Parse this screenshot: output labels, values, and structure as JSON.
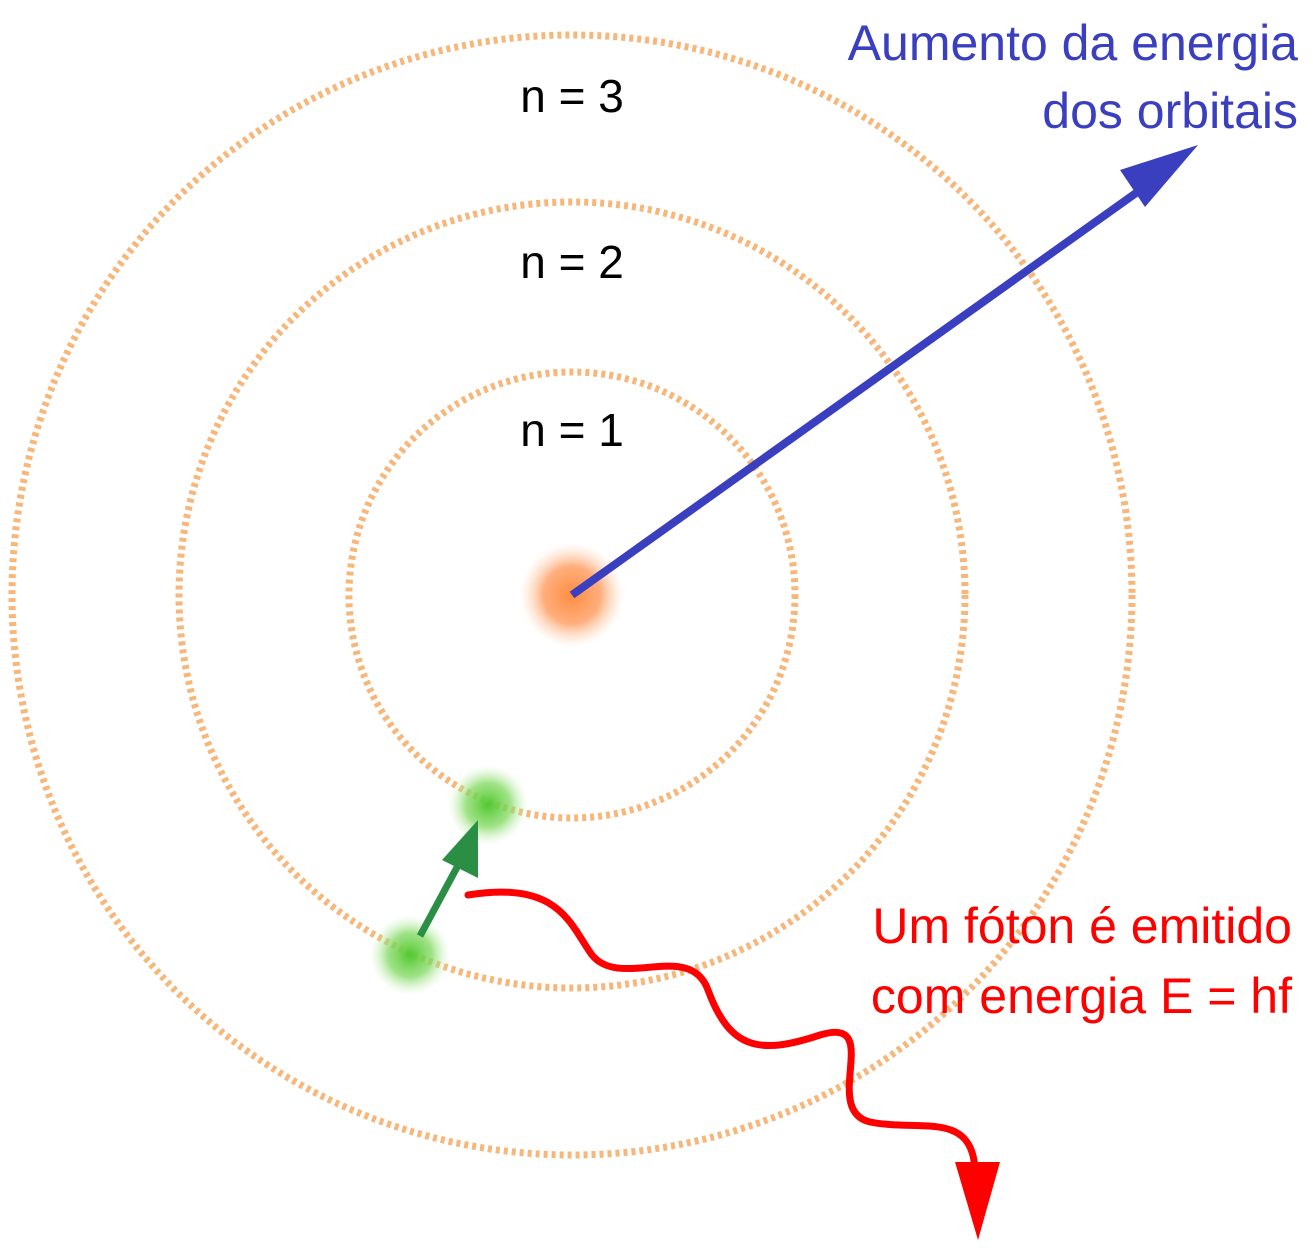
{
  "orbits": [
    {
      "label": "n = 1"
    },
    {
      "label": "n = 2"
    },
    {
      "label": "n = 3"
    }
  ],
  "energy_annotation": {
    "line1": "Aumento da energia",
    "line2": "dos orbitais",
    "color": "#3a3fc0"
  },
  "photon_annotation": {
    "line1": "Um fóton é emitido",
    "line2": "com energia E = hf",
    "color": "#ff0000"
  },
  "colors": {
    "orbit": "#f7b77b",
    "nucleus": "#ff9a55",
    "electron": "#5ccf3a",
    "transition_arrow": "#2a8f45",
    "energy_arrow": "#3a3fc0",
    "photon": "#ff0000"
  }
}
